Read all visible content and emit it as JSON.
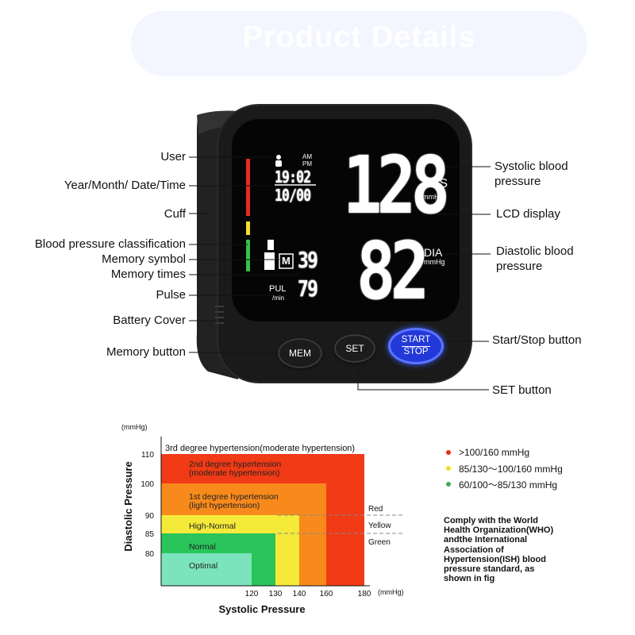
{
  "header": {
    "title": "Product Details"
  },
  "device": {
    "ampm_am": "AM",
    "ampm_pm": "PM",
    "time": "19:02",
    "date": "10/00",
    "sys_value": "128",
    "sys_label": "SYS",
    "sys_unit": "mmHg",
    "dia_value": "82",
    "dia_label": "DIA",
    "dia_unit": "mmHg",
    "memory_letter": "M",
    "memory_times": "39",
    "pul_label": "PUL",
    "pul_unit": "/min",
    "pulse_value": "79",
    "buttons": {
      "mem": "MEM",
      "set": "SET",
      "start": "START",
      "stop": "STOP"
    },
    "colors": {
      "body": "#1a1a1a",
      "screen": "#050505",
      "start_button": "#2239d8"
    }
  },
  "callouts": {
    "left": [
      "User",
      "Year/Month/ Date/Time",
      "Cuff",
      "Blood pressure classification",
      "Memory symbol",
      "Memory times",
      "Pulse",
      "Battery Cover",
      "Memory button"
    ],
    "right": {
      "systolic_1": "Systolic blood",
      "systolic_2": "pressure",
      "lcd": "LCD display",
      "diastolic_1": "Diastolic blood",
      "diastolic_2": "pressure",
      "start_stop": "Start/Stop button",
      "set": "SET button"
    }
  },
  "chart_data": {
    "type": "heatmap",
    "unit_top": "(mmHg)",
    "unit_right": "(mmHg)",
    "xlabel": "Systolic Pressure",
    "ylabel": "Diastolic Pressure",
    "x_ticks": [
      "120",
      "130",
      "140",
      "160",
      "180"
    ],
    "y_ticks": [
      "110",
      "100",
      "90",
      "85",
      "80"
    ],
    "zones": [
      {
        "name": "3rd degree hypertension(moderate hypertension)",
        "sys_max": 180,
        "dia_max": 110,
        "color": "#f13a16"
      },
      {
        "name_1": "2nd degree hypertension",
        "name_2": "(moderate hypertension)",
        "sys_max": 160,
        "dia_max": 100,
        "color": "#f88a1c"
      },
      {
        "name_1": "1st degree hypertension",
        "name_2": "(light hypertension)",
        "sys_max": 140,
        "dia_max": 90,
        "color": "#f5e93a"
      },
      {
        "name": "High-Normal",
        "sys_max": 130,
        "dia_max": 85,
        "color": "#29c45a"
      },
      {
        "name": "Normal",
        "sys_max": 120,
        "dia_max": 80,
        "color": "#7be4bd"
      },
      {
        "name": "Optimal"
      }
    ],
    "band_labels": [
      "Red",
      "Yellow",
      "Green"
    ],
    "legend": [
      {
        "text": ">100/160 mmHg",
        "color": "#e53215"
      },
      {
        "text": "85/130～100/160 mmHg",
        "color": "#f0df2c"
      },
      {
        "text": "60/100～85/130 mmHg",
        "color": "#4aa85a"
      }
    ],
    "note_lines": [
      "Comply with the World",
      "Health Organization(WHO)",
      "andthe International",
      "Association of",
      "Hypertension(ISH) blood",
      "pressure standard, as",
      "shown in fig"
    ]
  }
}
